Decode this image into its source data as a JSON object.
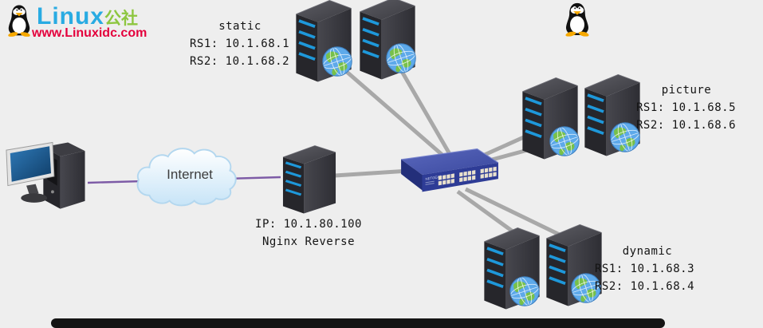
{
  "watermark": {
    "brand": "Linux",
    "brand_suffix": "公社",
    "website": "www.Linuxidc.com"
  },
  "internet_cloud": {
    "label": "Internet"
  },
  "nginx_server": {
    "ip_line": "IP: 10.1.80.100",
    "name_line": "Nginx Reverse"
  },
  "server_groups": {
    "static": {
      "title": "static",
      "rs1": "RS1: 10.1.68.1",
      "rs2": "RS2: 10.1.68.2"
    },
    "picture": {
      "title": "picture",
      "rs1": "RS1: 10.1.68.5",
      "rs2": "RS2: 10.1.68.6"
    },
    "dynamic": {
      "title": "dynamic",
      "rs1": "RS1: 10.1.68.3",
      "rs2": "RS2: 10.1.68.4"
    }
  },
  "icons": {
    "logo": "tux-penguin-icon",
    "corner": "tux-penguin-icon",
    "client": "desktop-computer-icon",
    "internet": "cloud-icon",
    "real_server": "tower-server-with-globe-icon",
    "proxy_server": "tower-server-icon",
    "switch": "ethernet-switch-icon"
  },
  "colors": {
    "background": "#eeeeee",
    "connection_gray": "#a8a8a8",
    "connection_purple": "#7d5ba6",
    "server_body": "#3a3a40",
    "server_led_blue": "#1e98da",
    "globe_ocean": "#5da9ea",
    "globe_land": "#77c04a",
    "switch_blue": "#3a489e",
    "cloud_blue": "#d9edfa",
    "monitor_screen": "#1d5e96",
    "logo_cyan": "#29abe2",
    "logo_green": "#8dc63f",
    "logo_red": "#e4003c",
    "bottom_bar": "#141414"
  }
}
